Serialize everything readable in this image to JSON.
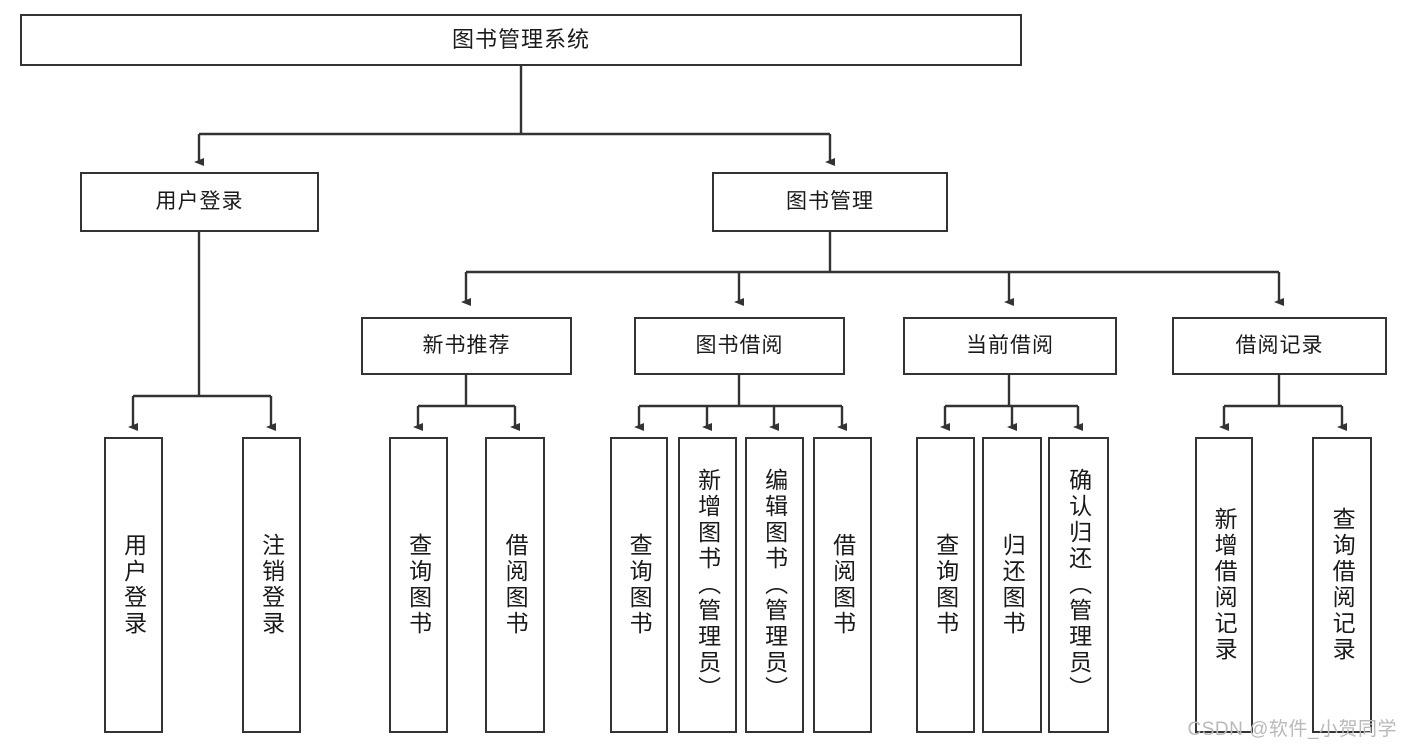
{
  "diagram": {
    "title": "图书管理系统",
    "watermark": "CSDN @软件_小贺同学",
    "accent_color": "#333333",
    "background_color": "#ffffff",
    "root": {
      "label": "图书管理系统"
    },
    "level1": [
      {
        "label": "用户登录"
      },
      {
        "label": "图书管理"
      }
    ],
    "level2": [
      {
        "label": "新书推荐"
      },
      {
        "label": "图书借阅"
      },
      {
        "label": "当前借阅"
      },
      {
        "label": "借阅记录"
      }
    ],
    "leaves": {
      "user_login": [
        {
          "label": "用户登录"
        },
        {
          "label": "注销登录"
        }
      ],
      "new_book_recommend": [
        {
          "label": "查询图书"
        },
        {
          "label": "借阅图书"
        }
      ],
      "book_borrow": [
        {
          "label": "查询图书"
        },
        {
          "label": "新增图书（管理员）"
        },
        {
          "label": "编辑图书（管理员）"
        },
        {
          "label": "借阅图书"
        }
      ],
      "current_borrow": [
        {
          "label": "查询图书"
        },
        {
          "label": "归还图书"
        },
        {
          "label": "确认归还（管理员）"
        }
      ],
      "borrow_record": [
        {
          "label": "新增借阅记录"
        },
        {
          "label": "查询借阅记录"
        }
      ]
    }
  }
}
